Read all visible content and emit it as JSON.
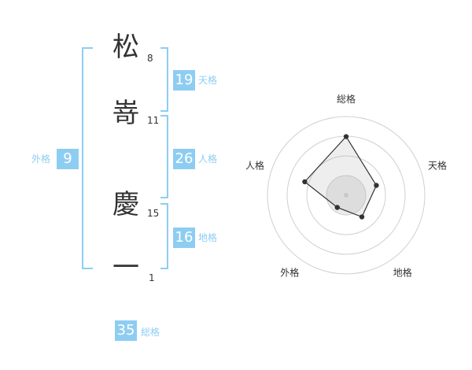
{
  "name": {
    "chars": [
      {
        "char": "松",
        "strokes": "8"
      },
      {
        "char": "嵜",
        "strokes": "11"
      },
      {
        "char": "慶",
        "strokes": "15"
      },
      {
        "char": "一",
        "strokes": "1"
      }
    ]
  },
  "scores": {
    "tenkaku": {
      "value": "19",
      "label": "天格"
    },
    "jinkaku": {
      "value": "26",
      "label": "人格"
    },
    "chikaku": {
      "value": "16",
      "label": "地格"
    },
    "gaikaku": {
      "value": "9",
      "label": "外格"
    },
    "soukaku": {
      "value": "35",
      "label": "総格"
    }
  },
  "colors": {
    "accent": "#8ecdf2",
    "text": "#333333",
    "grid": "#d0d0d0",
    "fill": "#ebebeb"
  },
  "chart_data": {
    "type": "radar",
    "axes": [
      "総格",
      "天格",
      "地格",
      "外格",
      "人格"
    ],
    "values": [
      35,
      19,
      16,
      9,
      26
    ],
    "rmax": 47,
    "rings": 4
  }
}
